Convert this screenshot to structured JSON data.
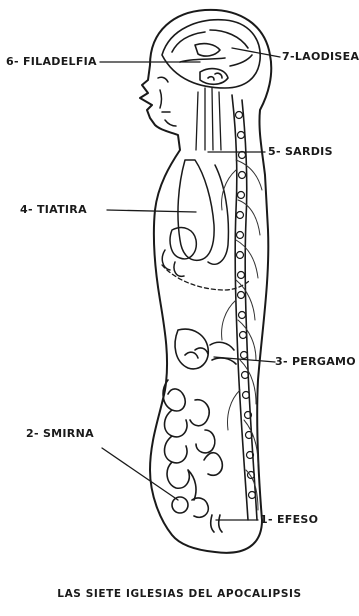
{
  "labels": {
    "filadelfia": "6- FILADELFIA",
    "laodisea": "7-LAODISEA",
    "sardis": "5- SARDIS",
    "tiatira": "4- TIATIRA",
    "pergamo": "3- PERGAMO",
    "smirna": "2- SMIRNA",
    "efeso": "1- EFESO"
  },
  "caption": "LAS SIETE IGLESIAS DEL APOCALIPSIS",
  "colors": {
    "ink": "#1a1a1a",
    "paper": "#ffffff"
  }
}
